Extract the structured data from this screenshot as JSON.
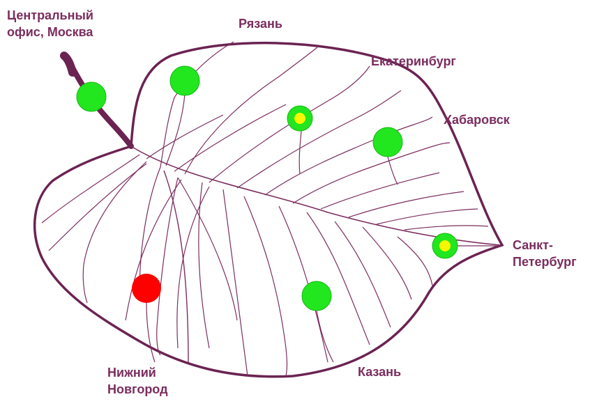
{
  "colors": {
    "outline": "#6b2352",
    "vein": "#7b2d5e",
    "label": "#7b2d5e",
    "status_ok": "#22e61e",
    "status_ok_border": "#14b814",
    "status_warning_core": "#f7f700",
    "status_alert": "#ff0000"
  },
  "labels": {
    "central_office": [
      "Центральный",
      "офис, Москва"
    ],
    "ryazan": "Рязань",
    "ekaterinburg": "Екатеринбург",
    "khabarovsk": "Хабаровск",
    "saint_petersburg": [
      "Санкт-",
      "Петербург"
    ],
    "nizhny_novgorod": [
      "Нижний",
      "Новгород"
    ],
    "kazan": "Казань"
  },
  "nodes": [
    {
      "id": "central-office",
      "status": "ok"
    },
    {
      "id": "ryazan",
      "status": "ok"
    },
    {
      "id": "ekaterinburg",
      "status": "warning"
    },
    {
      "id": "khabarovsk",
      "status": "ok"
    },
    {
      "id": "saint-petersburg",
      "status": "warning"
    },
    {
      "id": "nizhny-novgorod",
      "status": "alert"
    },
    {
      "id": "kazan",
      "status": "ok"
    }
  ]
}
